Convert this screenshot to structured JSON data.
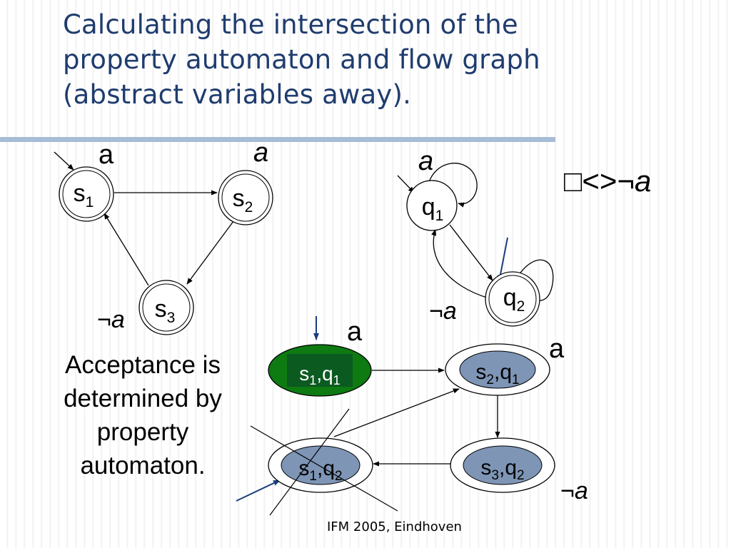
{
  "slide": {
    "title": "Calculating the intersection of the\nproperty automaton and flow graph\n(abstract variables away).",
    "caption": "Acceptance is\ndetermined by\nproperty\nautomaton.",
    "footer": "IFM 2005, Eindhoven",
    "formula": {
      "box": "□",
      "op": "<>",
      "neg": "¬",
      "var": "a"
    }
  },
  "flow_graph": {
    "s1": {
      "base": "s",
      "sub": "1",
      "label": "a"
    },
    "s2": {
      "base": "s",
      "sub": "2",
      "label": "a"
    },
    "s3": {
      "base": "s",
      "sub": "3",
      "label": "¬a"
    }
  },
  "property_automaton": {
    "q1": {
      "base": "q",
      "sub": "1",
      "label": "a"
    },
    "q2": {
      "base": "q",
      "sub": "2",
      "label": "¬a"
    }
  },
  "product": {
    "s1q1": {
      "l1": "s",
      "sub1": "1",
      "sep": ",",
      "l2": "q",
      "sub2": "1",
      "label": "a"
    },
    "s2q1": {
      "l1": "s",
      "sub1": "2",
      "sep": ",",
      "l2": "q",
      "sub2": "1",
      "label": "a"
    },
    "s3q2": {
      "l1": "s",
      "sub1": "3",
      "sep": ",",
      "l2": "q",
      "sub2": "2",
      "label": "¬a"
    },
    "s1q2": {
      "l1": "s",
      "sub1": "1",
      "sep": ",",
      "l2": "q",
      "sub2": "2"
    }
  },
  "colors": {
    "title": "#1f3c6e",
    "rule": "#a7bcd6",
    "initial_fill": "#0e7a12",
    "initial_inner": "#0b5a20",
    "inner_fill": "#7e95b6",
    "initial_arrow": "#1a3d7c",
    "text_light": "#ffffff"
  }
}
